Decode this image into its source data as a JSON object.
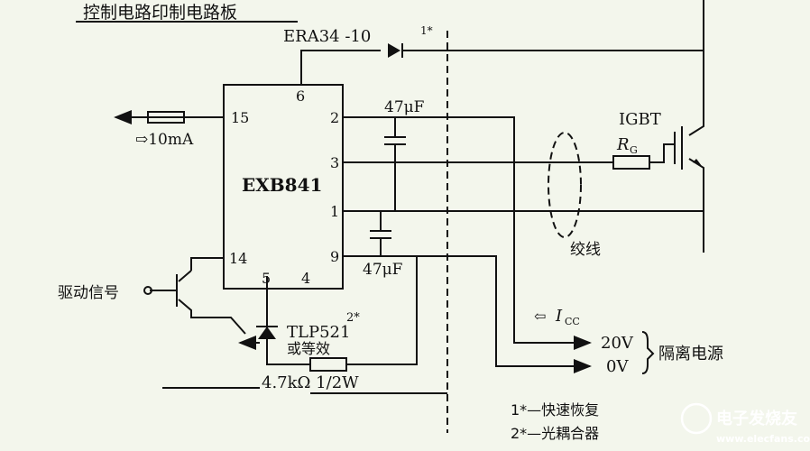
{
  "title": "控制电路印制电路板",
  "chip": {
    "name": "EXB841",
    "pins": {
      "p6": "6",
      "p15": "15",
      "p2": "2",
      "p3": "3",
      "p1": "1",
      "p9": "9",
      "p14": "14",
      "p5": "5",
      "p4": "4"
    }
  },
  "diode_top": {
    "label": "ERA34 -10",
    "mark": "1*"
  },
  "cap_top": "47μF",
  "cap_bottom": "47μF",
  "current_in": "⇨10mA",
  "drive_signal": "驱动信号",
  "optocoupler": {
    "mark": "2*",
    "name": "TLP521",
    "alt": "或等效"
  },
  "resistor": "4.7kΩ 1/2W",
  "igbt": "IGBT",
  "rg": {
    "main": "R",
    "sub": "G"
  },
  "twisted": "绞线",
  "icc": {
    "arrow": "⇦",
    "main": "I",
    "sub": "CC"
  },
  "v20": "20V",
  "v0": "0V",
  "isolated_supply": "隔离电源",
  "notes": [
    "1*—快速恢复",
    "2*—光耦合器"
  ],
  "watermark": {
    "text": "电子发烧友",
    "url": "www.elecfans.com"
  }
}
